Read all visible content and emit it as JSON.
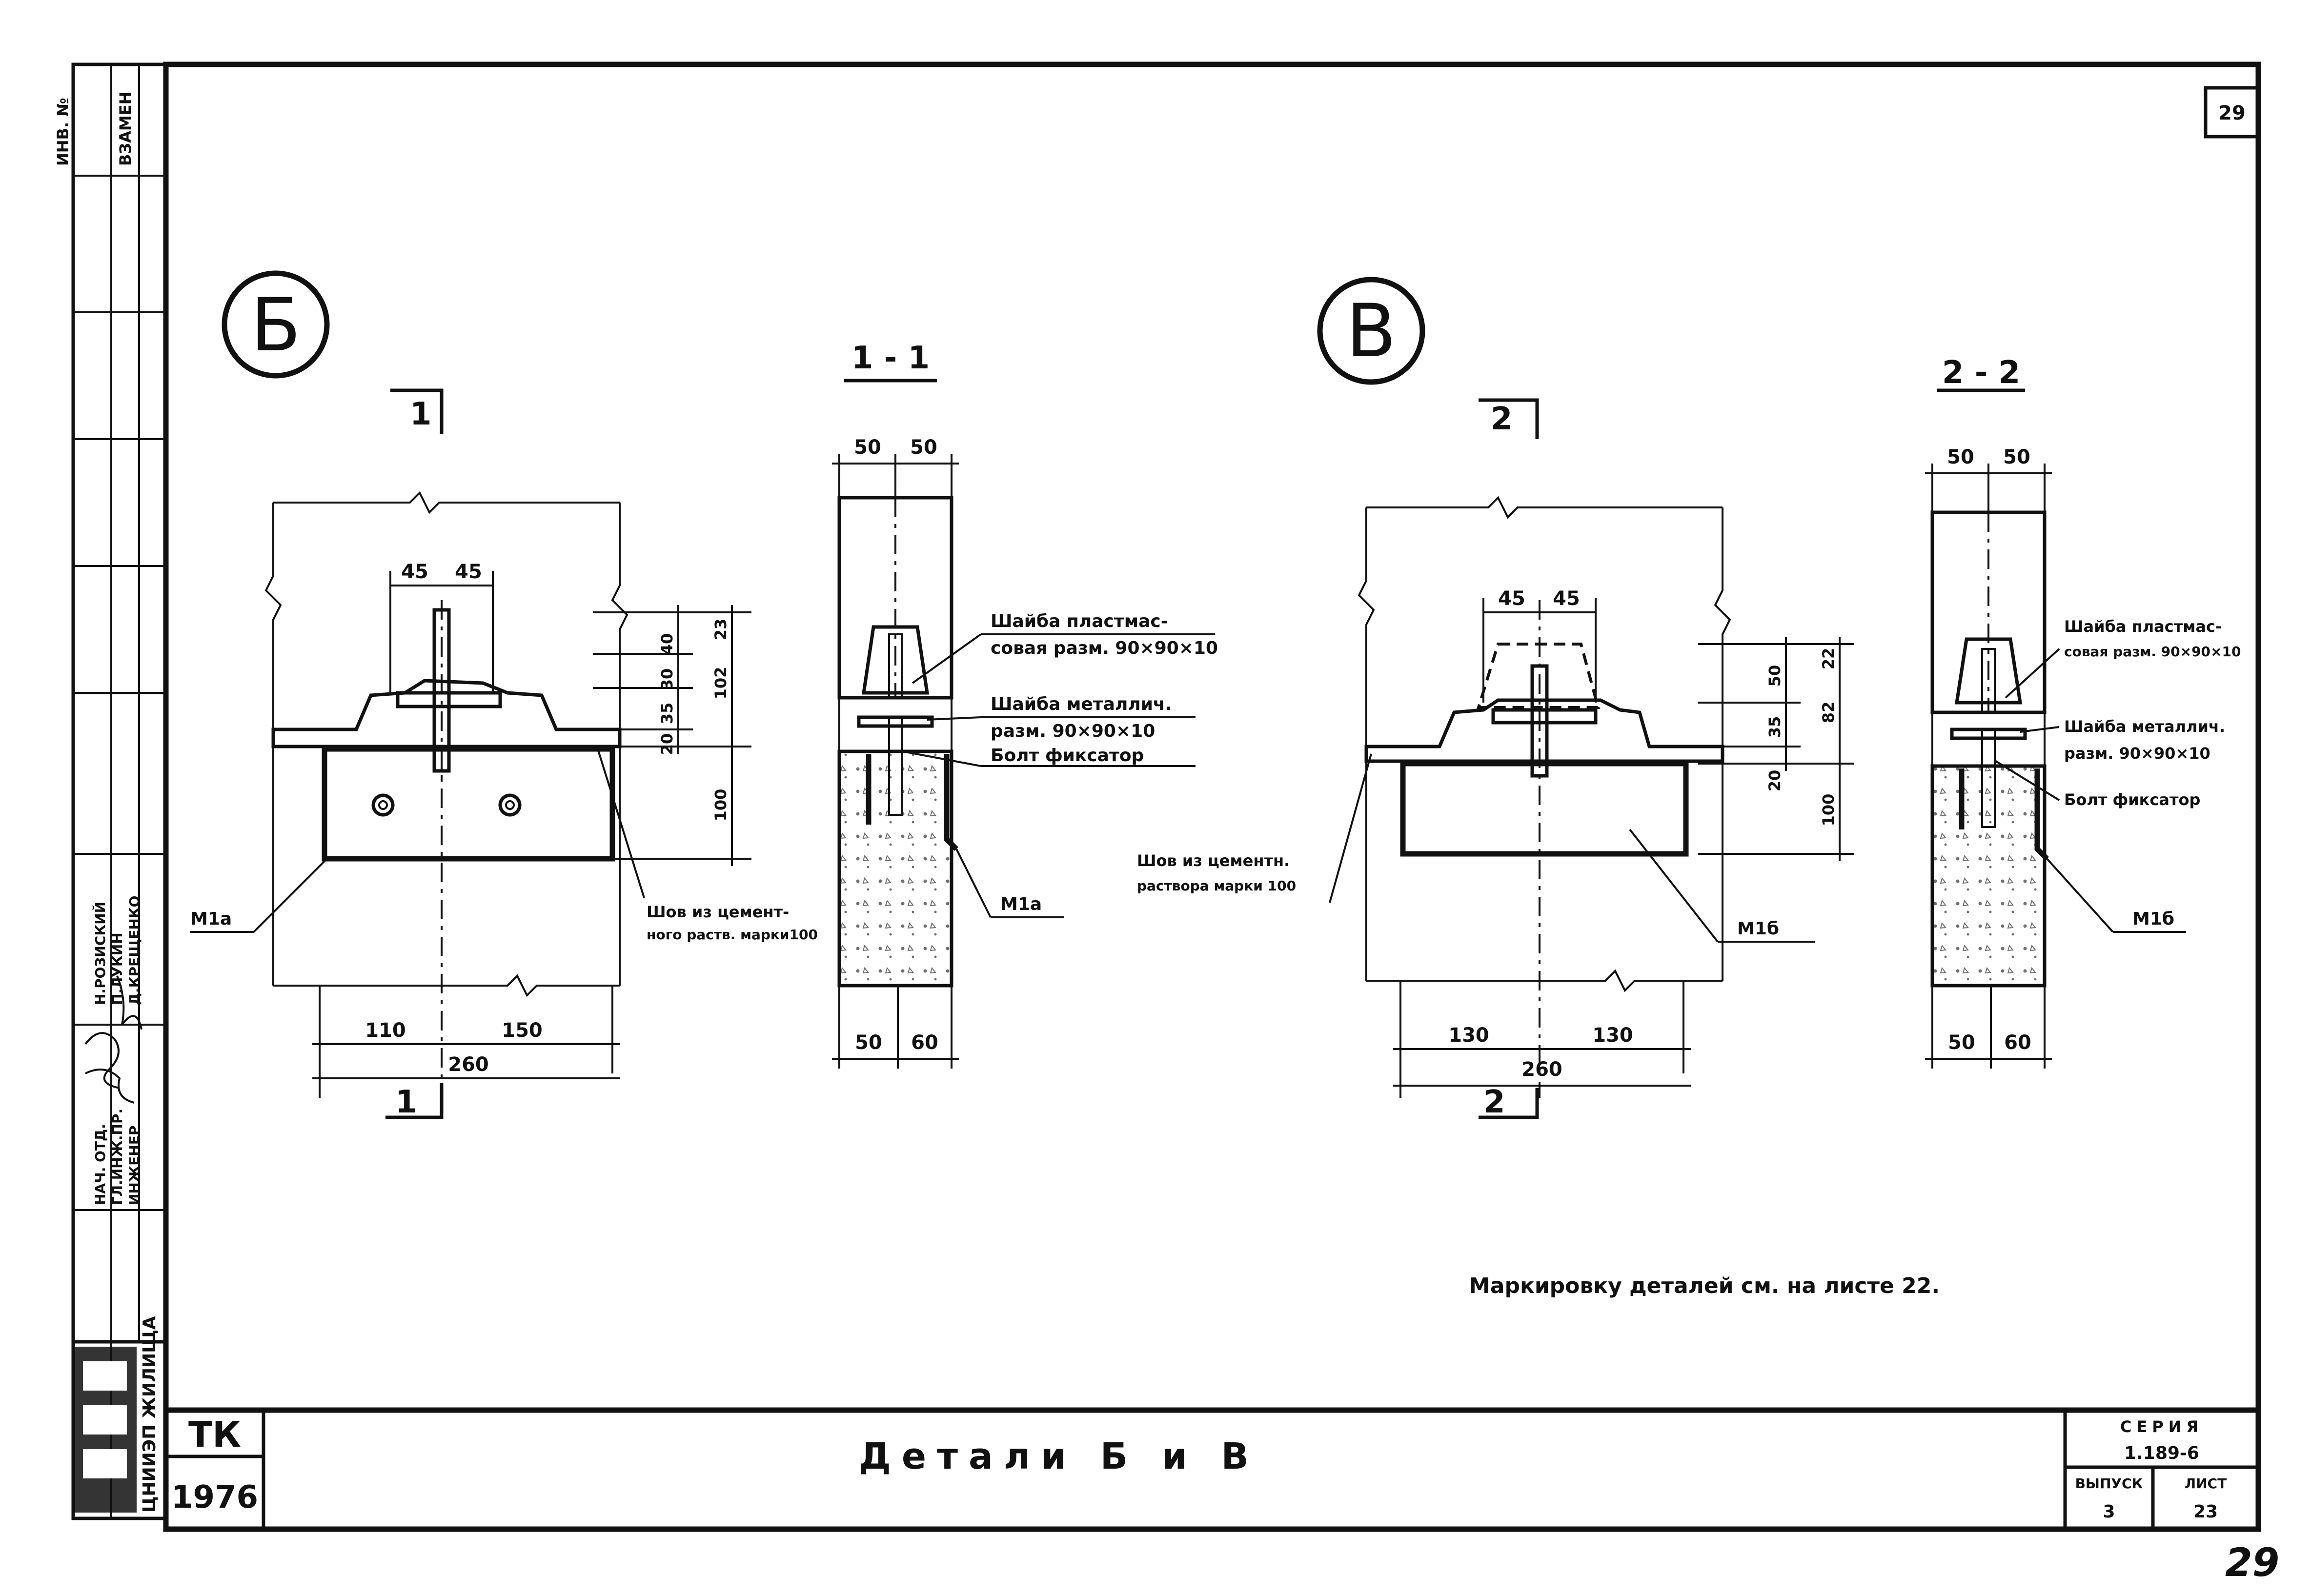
{
  "sheet": {
    "page_number": "29",
    "handwritten_page": "29"
  },
  "side_stamp": {
    "col1": "ИНВ. №",
    "col2": "ВЗАМЕН",
    "roles": [
      "НАЧ. ОТД.",
      "ГЛ.ИНЖ.ПР.",
      "ИНЖЕНЕР"
    ],
    "names": [
      "Н.РОЗИСКИЙ",
      "П.ЛУКИН",
      "Д.КРЕЩЕНКО"
    ],
    "org": "ЦНИИЭП ЖИЛИЩА"
  },
  "detail_b": {
    "marker": "Б",
    "section_mark": "1",
    "dims_top": [
      "45",
      "45"
    ],
    "dims_right": [
      "40",
      "30",
      "35",
      "20",
      "23",
      "102",
      "100"
    ],
    "dims_bottom": [
      "110",
      "150",
      "260"
    ],
    "element": "М1а",
    "callout_seam": [
      "Шов из цемент-",
      "ного раств. марки100"
    ]
  },
  "section_1_1": {
    "title": "1 - 1",
    "dims_top": [
      "50",
      "50"
    ],
    "dims_bottom": [
      "50",
      "60"
    ],
    "element": "М1а",
    "callouts": [
      [
        "Шайба пластмас-",
        "совая разм. 90×90×10"
      ],
      [
        "Шайба металлич.",
        "разм. 90×90×10"
      ],
      [
        "Болт фиксатор"
      ]
    ]
  },
  "detail_v": {
    "marker": "В",
    "section_mark": "2",
    "dims_top": [
      "45",
      "45"
    ],
    "dims_right": [
      "50",
      "35",
      "20",
      "22",
      "82",
      "100"
    ],
    "dims_bottom": [
      "130",
      "130",
      "260"
    ],
    "element": "М1б",
    "callout_seam": [
      "Шов из цементн.",
      "раствора марки 100"
    ]
  },
  "section_2_2": {
    "title": "2 - 2",
    "dims_top": [
      "50",
      "50"
    ],
    "dims_bottom": [
      "50",
      "60"
    ],
    "element": "М1б",
    "callouts": [
      [
        "Шайба пластмас-",
        "совая разм. 90×90×10"
      ],
      [
        "Шайба металлич.",
        "разм. 90×90×10"
      ],
      [
        "Болт фиксатор"
      ]
    ]
  },
  "note": "Маркировку деталей см. на листе 22.",
  "title_block": {
    "code": "ТК",
    "year": "1976",
    "title": "Детали Б и В",
    "series_label": "СЕРИЯ",
    "series": "1.189-6",
    "issue_label": "ВЫПУСК",
    "issue": "3",
    "sheet_label": "ЛИСТ",
    "sheet": "23"
  }
}
